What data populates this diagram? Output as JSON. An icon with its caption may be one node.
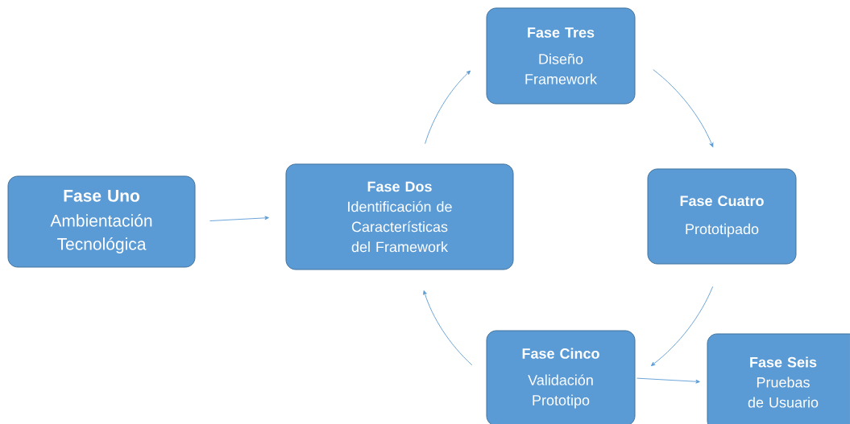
{
  "diagram": {
    "nodes": [
      {
        "text": [
          "Fase Uno",
          "Ambientación Tecnológica"
        ]
      },
      {
        "text": [
          "Fase Dos",
          "Identificación de Características del Framework"
        ]
      },
      {
        "text": [
          "Fase Tres",
          "Diseño Framework"
        ]
      },
      {
        "text": [
          "Fase Cuatro",
          "Prototipado"
        ]
      },
      {
        "text": [
          "Fase Cinco",
          "Validación Prototipo"
        ]
      },
      {
        "text": [
          "Fase Seis",
          "Pruebas de Usuario"
        ]
      }
    ],
    "edges": [
      {
        "from": 0,
        "to": 1,
        "arrow": "to"
      },
      {
        "from": 1,
        "to": 2,
        "arrow": "to"
      },
      {
        "from": 2,
        "to": 3,
        "arrow": "to"
      },
      {
        "from": 3,
        "to": 4,
        "arrow": "to"
      },
      {
        "from": 4,
        "to": 1,
        "arrow": "to"
      },
      {
        "from": 4,
        "to": 5,
        "arrow": "to"
      }
    ]
  }
}
